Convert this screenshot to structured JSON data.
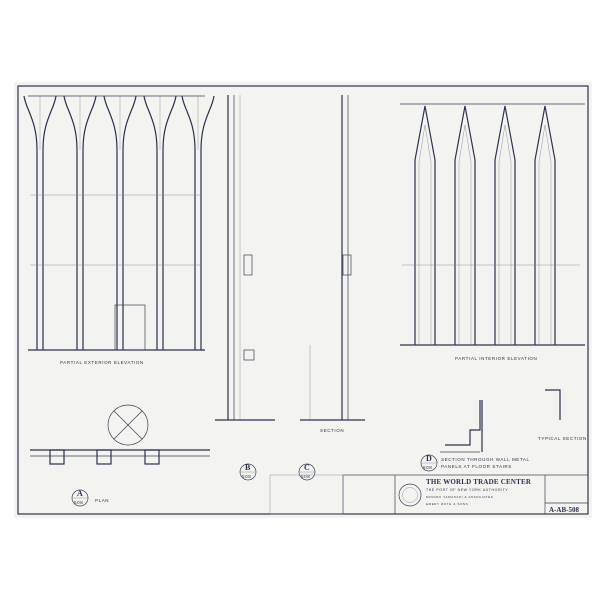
{
  "sheet": {
    "title": "THE WORLD TRADE CENTER",
    "client": "THE PORT OF NEW YORK AUTHORITY",
    "architect_1": "MINORU YAMASAKI & ASSOCIATES",
    "architect_2": "EMERY ROTH & SONS",
    "sheet_number": "A-AB-508"
  },
  "views": {
    "left_elevation": "PARTIAL EXTERIOR ELEVATION",
    "right_elevation": "PARTIAL INTERIOR ELEVATION",
    "plan": "PLAN",
    "section_c": "SECTION",
    "section_d_line1": "SECTION THROUGH WALL METAL",
    "section_d_line2": "PANELS AT FLOOR STAIRS",
    "detail": "TYPICAL SECTION"
  },
  "tags": [
    {
      "letter": "A",
      "sheet": "508"
    },
    {
      "letter": "B",
      "sheet": "508"
    },
    {
      "letter": "C",
      "sheet": "508"
    },
    {
      "letter": "D",
      "sheet": "508"
    }
  ],
  "colors": {
    "paper": "#f3f3f0",
    "ink": "#2c3150"
  }
}
